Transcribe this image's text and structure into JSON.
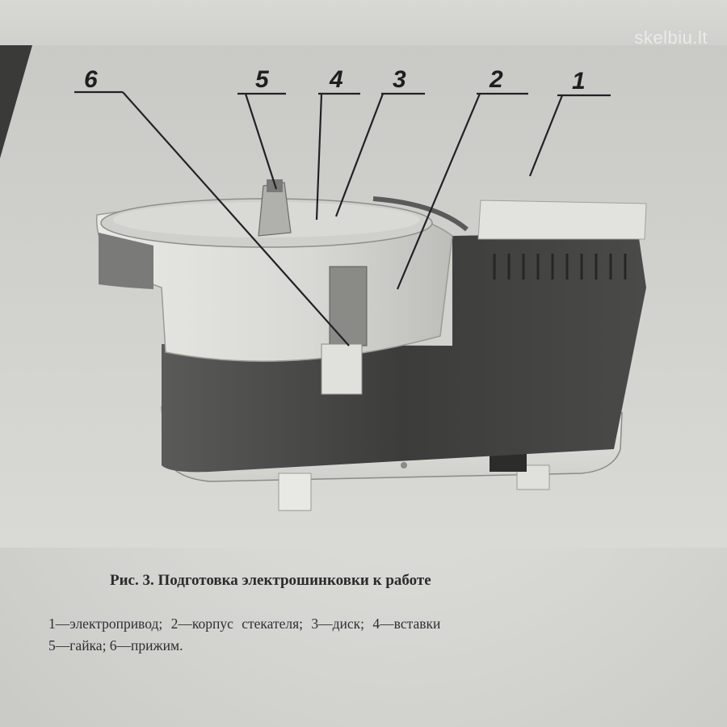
{
  "watermark": "skelbiu.lt",
  "figure": {
    "caption": "Рис. 3. Подготовка электрошинковки к работе",
    "legend_line1": "1—электропривод;  2—корпус стекателя;  3—диск;  4—вставки",
    "legend_line2": "5—гайка; 6—прижим."
  },
  "callouts": [
    {
      "number": "1",
      "meaning": "электропривод"
    },
    {
      "number": "2",
      "meaning": "корпус стекателя"
    },
    {
      "number": "3",
      "meaning": "диск"
    },
    {
      "number": "4",
      "meaning": "вставки"
    },
    {
      "number": "5",
      "meaning": "гайка"
    },
    {
      "number": "6",
      "meaning": "прижим"
    }
  ]
}
